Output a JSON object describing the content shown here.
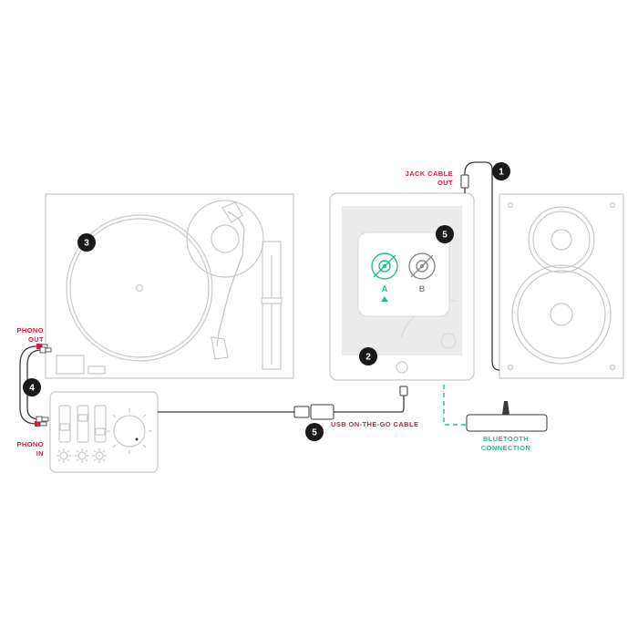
{
  "colors": {
    "outline": "#c9c9c9",
    "cable": "#3a3a3a",
    "red": "#e8183e",
    "green": "#1fbf8f",
    "badge": "#1a1a1a",
    "screen": "#ececec"
  },
  "labels": {
    "jack_cable": "JACK CABLE",
    "jack_out": "OUT",
    "phono_out_1": "PHONO",
    "phono_out_2": "OUT",
    "phono_in_1": "PHONO",
    "phono_in_2": "IN",
    "usb_otg": "USB ON-THE-GO CABLE",
    "bluetooth_1": "BLUETOOTH",
    "bluetooth_2": "CONNECTION"
  },
  "badges": {
    "speaker_jack": "1",
    "tablet": "2",
    "turntable": "3",
    "rca_link": "4",
    "app": "5",
    "usb": "5"
  },
  "app_card": {
    "deck_a": "A",
    "deck_b": "B"
  },
  "icons": {
    "deck_a": "vinyl-record-icon",
    "deck_b": "vinyl-record-icon",
    "home_button": "home-button-icon"
  }
}
